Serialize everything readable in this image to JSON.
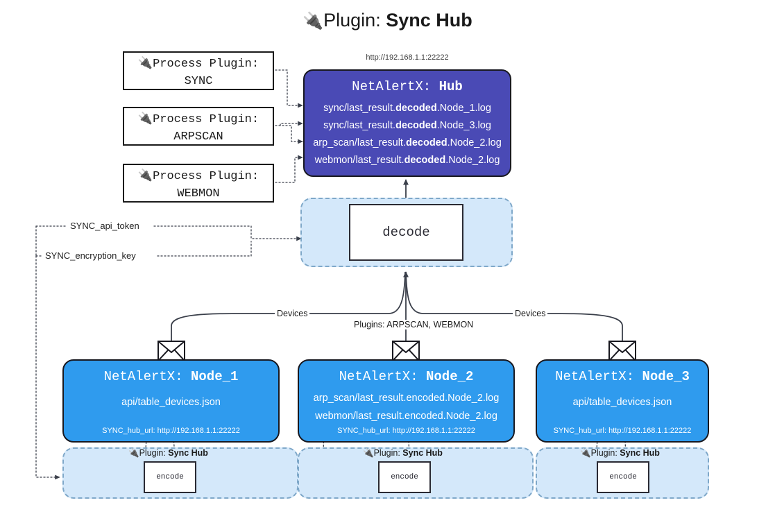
{
  "title": {
    "icon": "plug-icon",
    "prefix": "Plugin: ",
    "name": "Sync Hub"
  },
  "hub": {
    "url": "http://192.168.1.1:22222",
    "title_prefix": "NetAlertX: ",
    "title_name": "Hub",
    "lines": [
      {
        "pre": "sync/last_result.",
        "bold": "decoded",
        "post": ".Node_1.log"
      },
      {
        "pre": "sync/last_result.",
        "bold": "decoded",
        "post": ".Node_3.log"
      },
      {
        "pre": "arp_scan/last_result.",
        "bold": "decoded",
        "post": ".Node_2.log"
      },
      {
        "pre": "webmon/last_result.",
        "bold": "decoded",
        "post": ".Node_2.log"
      }
    ]
  },
  "process_plugins": [
    {
      "line1": "Process Plugin:",
      "line2": "SYNC"
    },
    {
      "line1": "Process Plugin:",
      "line2": "ARPSCAN"
    },
    {
      "line1": "Process Plugin:",
      "line2": "WEBMON"
    }
  ],
  "decode": {
    "label": "decode"
  },
  "secrets": [
    {
      "label": "SYNC_api_token"
    },
    {
      "label": "SYNC_encryption_key"
    }
  ],
  "edge_labels": {
    "left_devices": "Devices",
    "center_plugins": "Plugins: ARPSCAN, WEBMON",
    "right_devices": "Devices"
  },
  "nodes": [
    {
      "title_prefix": "NetAlertX: ",
      "title_name": "Node_1",
      "lines": [
        "api/table_devices.json"
      ],
      "foot": "SYNC_hub_url: http://192.168.1.1:22222",
      "plugin_label_prefix": "Plugin: ",
      "plugin_label_name": "Sync Hub",
      "encode_label": "encode"
    },
    {
      "title_prefix": "NetAlertX: ",
      "title_name": "Node_2",
      "lines": [
        "arp_scan/last_result.encoded.Node_2.log",
        "webmon/last_result.encoded.Node_2.log"
      ],
      "foot": "SYNC_hub_url: http://192.168.1.1:22222",
      "plugin_label_prefix": "Plugin: ",
      "plugin_label_name": "Sync Hub",
      "encode_label": "encode"
    },
    {
      "title_prefix": "NetAlertX: ",
      "title_name": "Node_3",
      "lines": [
        "api/table_devices.json"
      ],
      "foot": "SYNC_hub_url: http://192.168.1.1:22222",
      "plugin_label_prefix": "Plugin: ",
      "plugin_label_name": "Sync Hub",
      "encode_label": "encode"
    }
  ],
  "colors": {
    "hub": "#4a4ab5",
    "node": "#2f9bee",
    "panel": "#d4e8fa",
    "panel_border": "#7fa8c9",
    "stroke": "#2a2a33"
  }
}
